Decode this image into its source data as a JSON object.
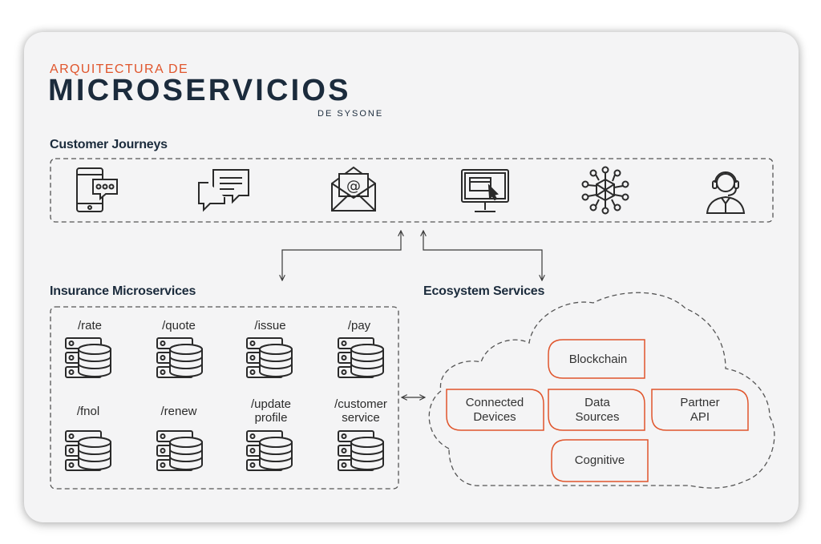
{
  "header": {
    "kicker": "ARQUITECTURA DE",
    "title": "MICROSERVICIOS",
    "subtitle": "DE SYSONE"
  },
  "sections": {
    "customer_journeys": "Customer Journeys",
    "insurance_microservices": "Insurance Microservices",
    "ecosystem_services": "Ecosystem Services"
  },
  "journey_icons": [
    "mobile-chat-icon",
    "chat-bubbles-icon",
    "email-icon",
    "web-monitor-icon",
    "network-hub-icon",
    "call-center-agent-icon"
  ],
  "microservices": [
    {
      "label": "/rate"
    },
    {
      "label": "/quote"
    },
    {
      "label": "/issue"
    },
    {
      "label": "/pay"
    },
    {
      "label": "/fnol"
    },
    {
      "label": "/renew"
    },
    {
      "label": "/update\nprofile"
    },
    {
      "label": "/customer\nservice"
    }
  ],
  "ecosystem": [
    {
      "label": "Blockchain"
    },
    {
      "label": "Connected\nDevices"
    },
    {
      "label": "Data\nSources"
    },
    {
      "label": "Partner\nAPI"
    },
    {
      "label": "Cognitive"
    }
  ],
  "colors": {
    "accent": "#e0552c",
    "navy": "#1b2b3c",
    "line": "#4a4a4a",
    "card": "#f4f4f5"
  }
}
